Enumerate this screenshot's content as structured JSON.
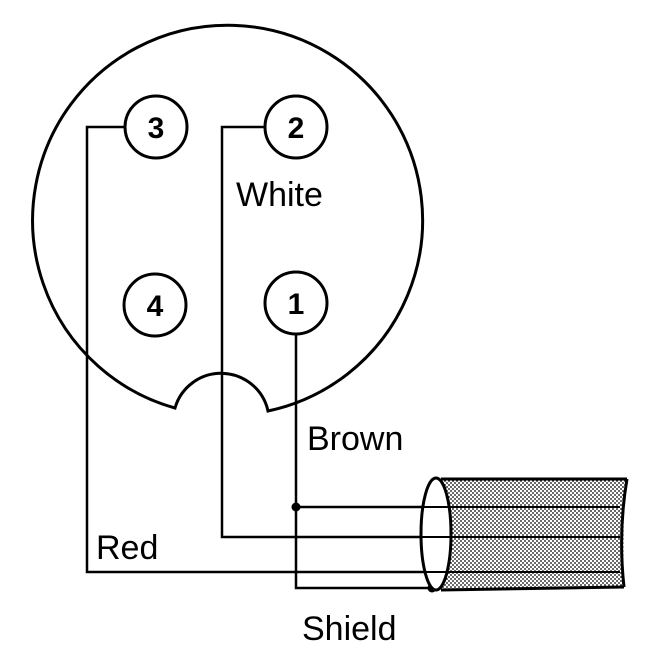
{
  "pins": [
    {
      "number": "3"
    },
    {
      "number": "2"
    },
    {
      "number": "4"
    },
    {
      "number": "1"
    }
  ],
  "wire_labels": {
    "white": "White",
    "brown": "Brown",
    "red": "Red",
    "shield": "Shield"
  },
  "colors": {
    "line": "#000000",
    "background": "#ffffff"
  }
}
